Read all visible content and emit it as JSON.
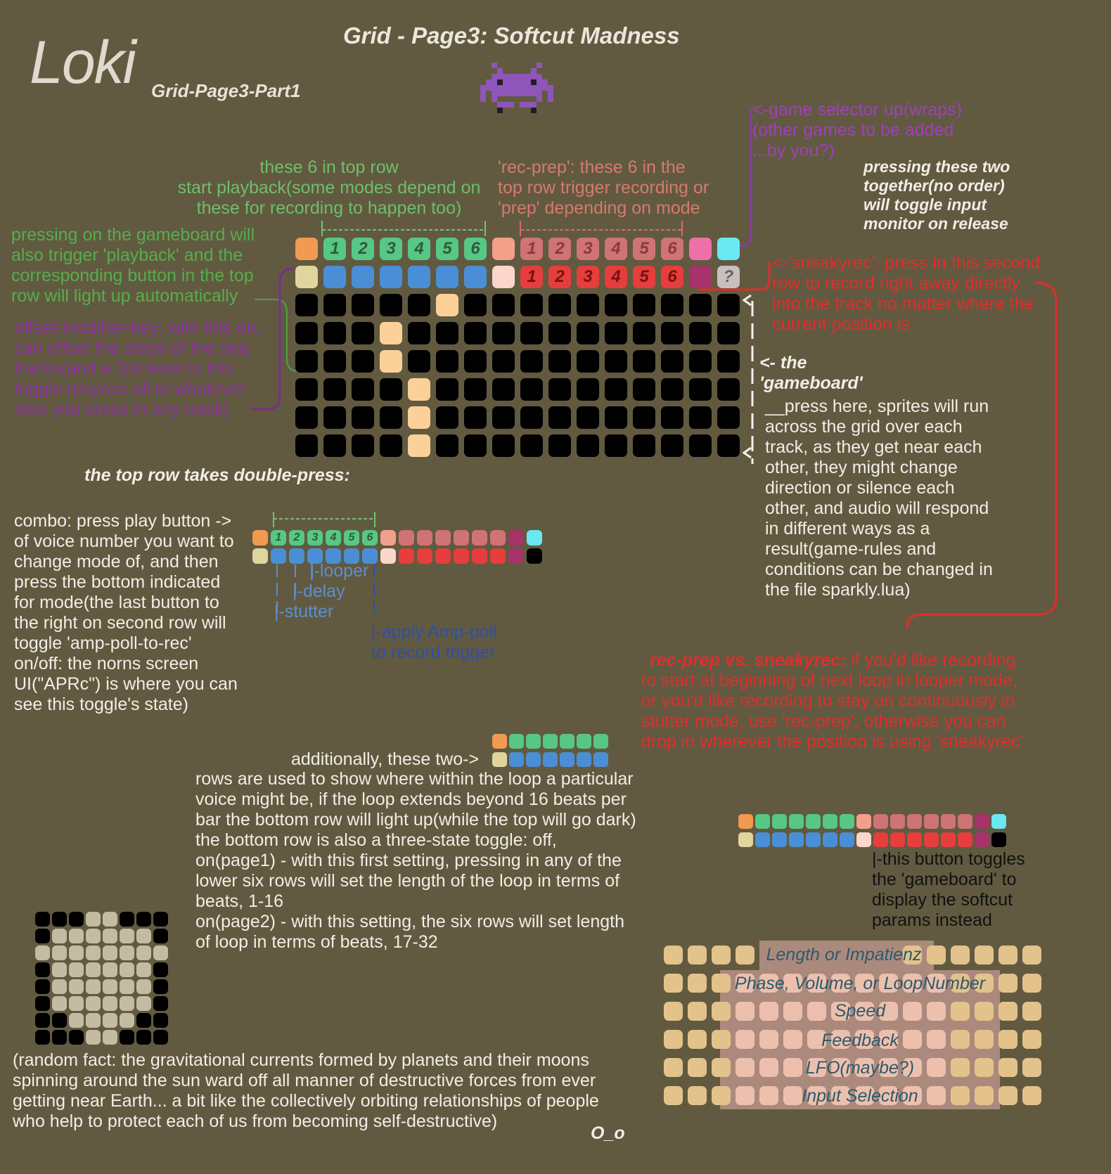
{
  "header": {
    "logo_text": "Loki",
    "subtitle": "Grid-Page3-Part1",
    "title": "Grid - Page3: Softcut Madness"
  },
  "colors": {
    "background": "#615a40",
    "orange": "#f29a52",
    "green": "#57c785",
    "salmon": "#f2a08a",
    "rose": "#cf7375",
    "pink": "#ef6fa8",
    "cyan": "#6ae8f2",
    "beige": "#e0d59c",
    "blue": "#4a8fd6",
    "peach": "#fbd6cb",
    "red": "#e63d3d",
    "magenta": "#a8326a",
    "grey": "#c8bfbf",
    "black": "#000000",
    "sprite": "#fbd199"
  },
  "annotations": {
    "playback": "these 6 in top row\nstart playback(some modes depend on\nthese for recording to happen too)",
    "rec_prep": "'rec-prep': these 6 in the\ntop row trigger recording or\n'prep' depending on mode",
    "game_selector": "<-game selector up(wraps)\n(other games to be added\n...by you?)",
    "monitor_toggle": "pressing these two\ntogether(no order)\nwill toggle input\nmonitor on release",
    "gameboard_playback": "pressing on the gameboard will\nalso trigger 'playback' and the\ncorresponding button in the top\nrow will light up automatically",
    "offset_key": "offset-modifier-key: with this on,\ncan offset the steps of the seq\ntracks(and a 3rd level to this\ntoggle resyncs all to whatever\nstep you press in any track)",
    "sneakyrec": "<-'sneakyrec': press in this second\nrow to record right away directly\ninto the track no matter where the\ncurrent position is",
    "gameboard_label": "<- the\n'gameboard'",
    "gameboard_desc": "__press here, sprites will run\nacross the grid over each\ntrack, as they get near each\nother, they might change\ndirection or silence each\nother, and audio will respond\nin different ways as a\nresult(game-rules and\nconditions can be changed in\nthe file sparkly.lua)",
    "double_press": "the top row takes double-press:",
    "combo": "combo: press play button ->\nof voice number you want to\nchange mode of, and then\npress the bottom indicated\nfor mode(the last button to\nthe right on second row will\ntoggle 'amp-poll-to-rec'\non/off: the norns screen\nUI(\"APRc\") is where you can\nsee this toggle's state)",
    "looper": "|-looper",
    "delay": "|-delay",
    "stutter": "|-stutter",
    "amp_poll": "|-apply Amp-poll\nto record trigger",
    "rec_compare_title": "rec-prep vs. sneakyrec:",
    "rec_compare_body": "  if you'd like recording\nto start at beginning of next loop in looper mode,\nor you'd like recording to stay on continuously in\nstutter mode, use 'rec-prep', otherwise you can\ndrop in wherever the position is using 'sneakyrec'",
    "additionally": "additionally, these two->",
    "loop_desc": "rows are used to show where within the loop a particular\nvoice might be, if the loop extends beyond 16 beats per\nbar the bottom row will light up(while the top will go dark)\n        the bottom row is also a three-state toggle: off,\non(page1) - with this first setting, pressing in any of the\nlower six rows will set the length of the loop in terms of\nbeats, 1-16\non(page2) - with this setting, the six rows will set length\nof loop in terms of beats, 17-32",
    "softcut_toggle": "|-this button toggles\nthe 'gameboard' to\ndisplay the softcut\nparams instead",
    "random_fact": "(random fact: the gravitational currents formed by planets and their moons\nspinning around the sun ward off all manner of destructive forces from ever\ngetting near Earth... a bit like the collectively orbiting relationships of people\nwho help to protect each of us from becoming self-destructive)",
    "emote": "O_o"
  },
  "main_grid": {
    "top_row_numbers": [
      "1",
      "2",
      "3",
      "4",
      "5",
      "6"
    ],
    "rec_numbers": [
      "1",
      "2",
      "3",
      "4",
      "5",
      "6"
    ],
    "sneaky_numbers": [
      "1",
      "2",
      "3",
      "4",
      "5",
      "6"
    ],
    "unknown_label": "?",
    "sprite_column_per_row": [
      5,
      3,
      3,
      4,
      4,
      4
    ]
  },
  "softcut_params": [
    "Length or Impatienz",
    "Phase, Volume, or LoopNumber",
    "Speed",
    "Feedback",
    "LFO(maybe?)",
    "Input Selection"
  ]
}
